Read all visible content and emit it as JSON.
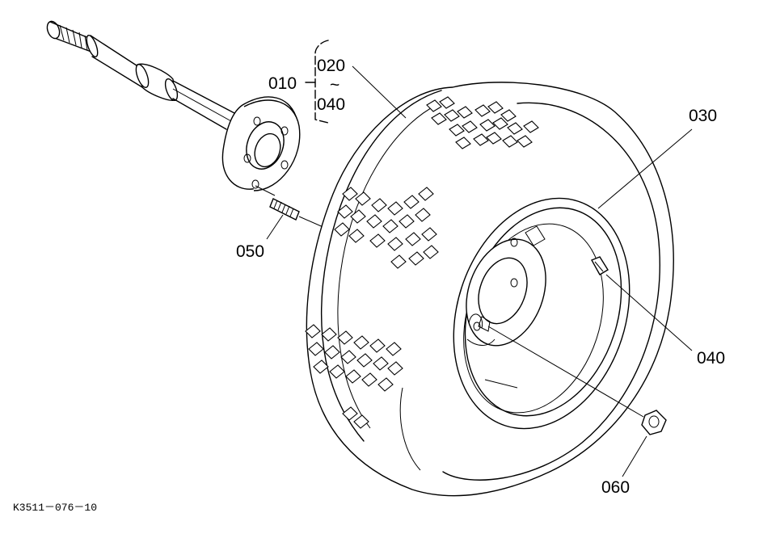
{
  "labels": {
    "assembly": "010",
    "range_start": "020",
    "range_sep": "~",
    "range_end": "040",
    "tire": "030",
    "valve": "040",
    "stud": "050",
    "nut": "060"
  },
  "drawing_code": "K3511－076－10"
}
